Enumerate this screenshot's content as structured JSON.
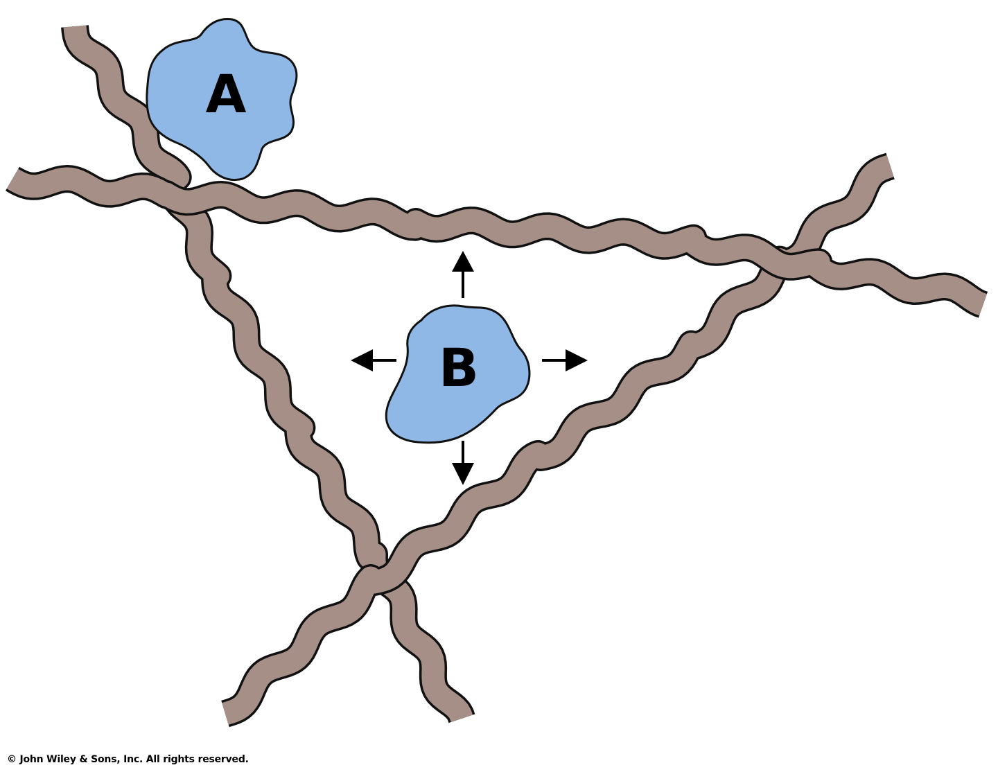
{
  "diagram": {
    "molecules": [
      {
        "id": "A",
        "label": "A",
        "state": "bound to fiber"
      },
      {
        "id": "B",
        "label": "B",
        "state": "free, diffusing"
      }
    ],
    "fiber_count": 3,
    "arrow_directions": [
      "up",
      "down",
      "left",
      "right"
    ]
  },
  "colors": {
    "fiber": "#a58f86",
    "fiber_outline": "#111111",
    "molecule": "#8fb8e6",
    "text": "#000000"
  },
  "footer": {
    "copyright": "© John Wiley & Sons, Inc. All rights reserved."
  }
}
